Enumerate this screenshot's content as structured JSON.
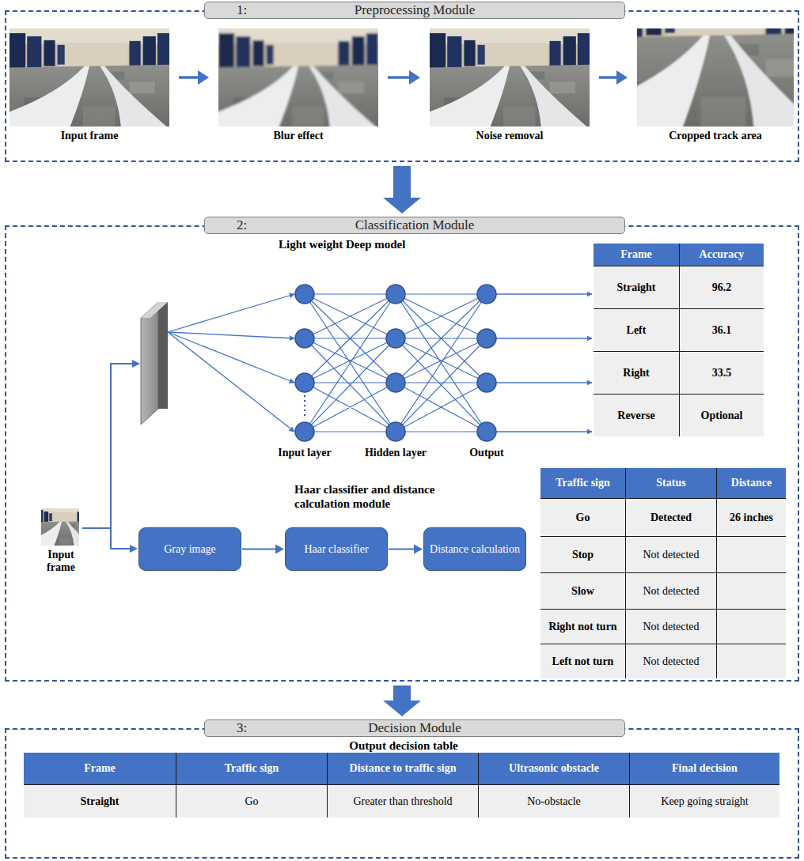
{
  "diagram": {
    "nodes": [
      {
        "text": [
          "1:",
          "Preprocessing Module"
        ]
      },
      {
        "text": [
          "Input frame"
        ],
        "in": 0
      },
      {
        "text": [
          "Blur effect"
        ],
        "in": 0
      },
      {
        "text": [
          "Noise removal"
        ],
        "in": 0
      },
      {
        "text": [
          "Cropped track area"
        ],
        "in": 0
      },
      {
        "text": [
          "2:",
          "Classification Module"
        ]
      },
      {
        "text": [
          "Input frame"
        ],
        "in": 5
      },
      {
        "text": [
          "Gray image"
        ],
        "in": 5
      },
      {
        "text": [
          "Haar classifier"
        ],
        "in": 5
      },
      {
        "text": [
          "Distance calculation"
        ],
        "in": 5
      },
      {
        "text": [
          "3:",
          "Decision Module"
        ]
      }
    ],
    "edges": [
      {
        "from": 1,
        "to": 2,
        "arrow": "to"
      },
      {
        "from": 2,
        "to": 3,
        "arrow": "to"
      },
      {
        "from": 3,
        "to": 4,
        "arrow": "to"
      },
      {
        "from": 0,
        "to": 5,
        "arrow": "to"
      },
      {
        "from": 5,
        "to": 10,
        "arrow": "to"
      },
      {
        "from": 6,
        "to": 7,
        "arrow": "to"
      },
      {
        "from": 7,
        "to": 8,
        "arrow": "to"
      },
      {
        "from": 8,
        "to": 9,
        "arrow": "to"
      }
    ],
    "labels": [
      "Light weight Deep model",
      "Input layer",
      "Hidden layer",
      "Output",
      "Frame",
      "Accuracy",
      "Straight",
      "96.2",
      "Left",
      "36.1",
      "Right",
      "33.5",
      "Reverse",
      "Optional",
      "Haar classifier and distance calculation module",
      "Traffic sign",
      "Status",
      "Distance",
      "Go",
      "Detected",
      "26 inches",
      "Stop",
      "Not detected",
      "Slow",
      "Not detected",
      "Right not turn",
      "Not detected",
      "Left not turn",
      "Not detected",
      "Output decision table",
      "Frame",
      "Traffic sign",
      "Distance to traffic sign",
      "Ultrasonic obstacle",
      "Final decision",
      "Straight",
      "Go",
      "Greater than threshold",
      "No-obstacle",
      "Keep going straight"
    ]
  }
}
